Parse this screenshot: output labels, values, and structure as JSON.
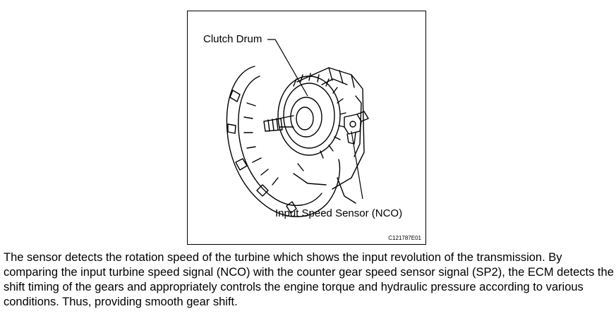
{
  "figure": {
    "label_clutch_drum": "Clutch Drum",
    "label_input_speed_sensor": "Input Speed Sensor (NCO)",
    "figure_code": "C121787E01"
  },
  "description": {
    "paragraph": "The sensor detects the rotation speed of the turbine which shows the input revolution of the transmission. By comparing the input turbine speed signal (NCO) with the counter gear speed sensor signal (SP2), the ECM detects the shift timing of the gears and appropriately controls the engine torque and hydraulic pressure according to various conditions. Thus, providing smooth gear shift."
  }
}
